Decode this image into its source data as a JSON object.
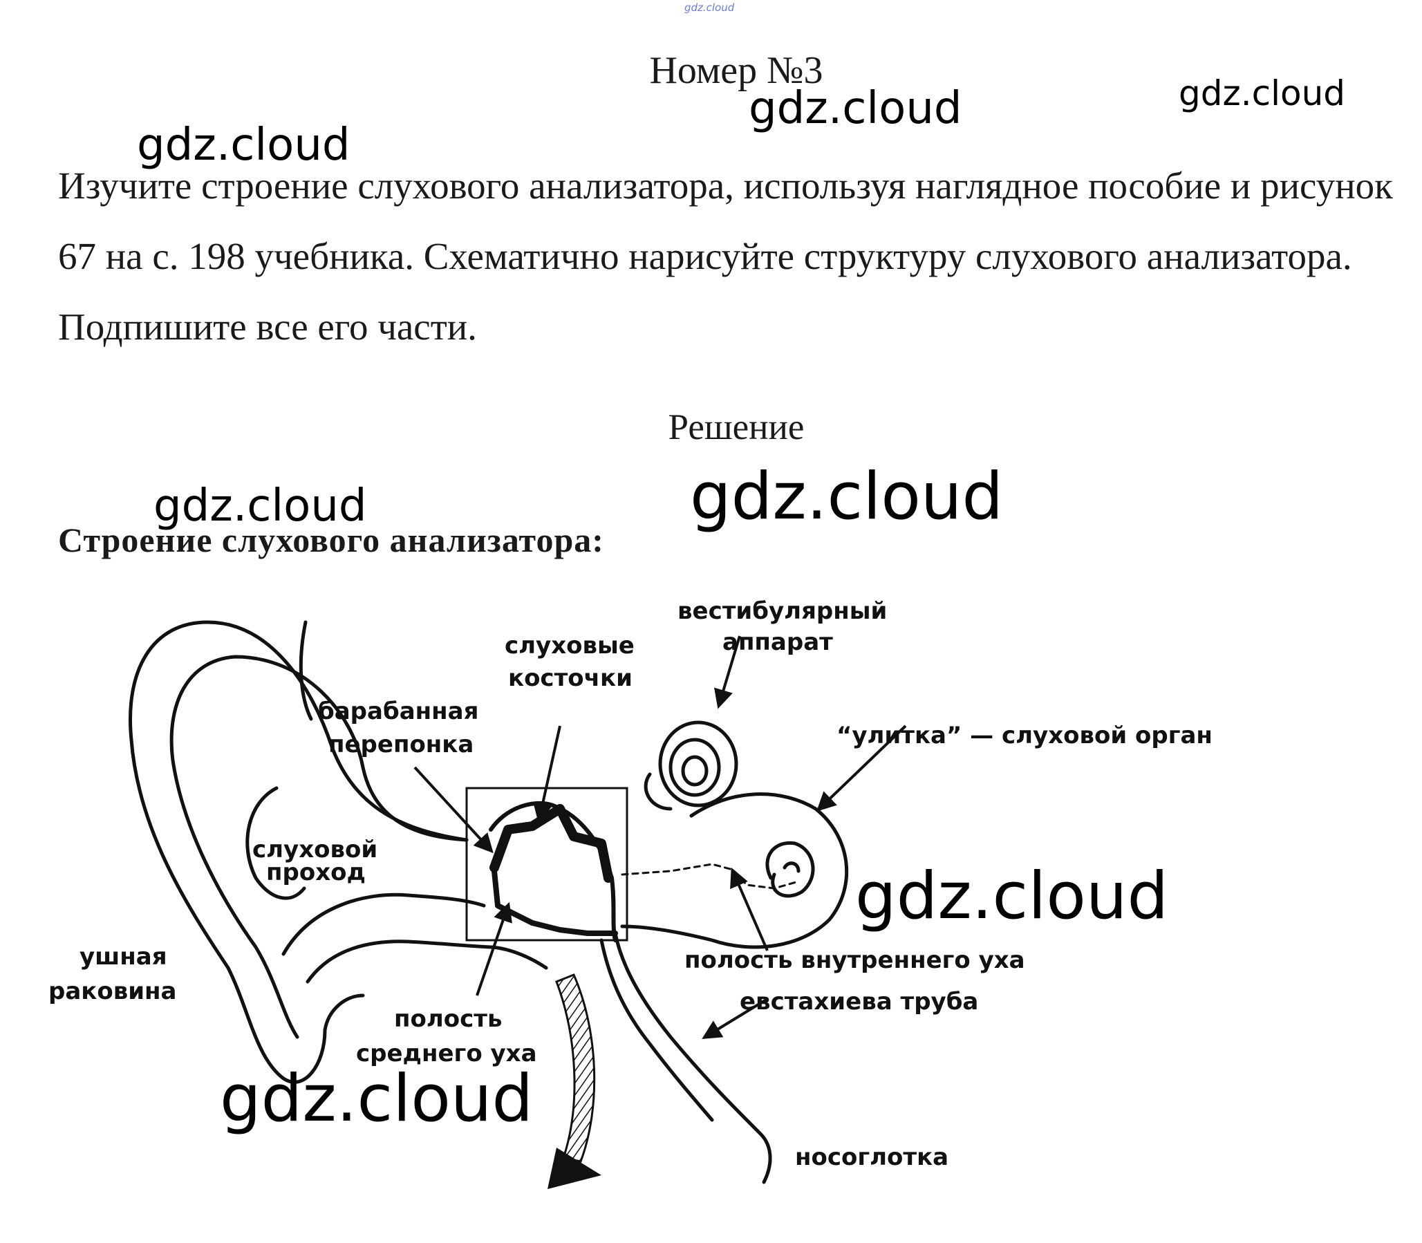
{
  "tiny_watermark": "gdz.cloud",
  "title": "Номер №3",
  "task_text": "Изучите строение слухового анализатора, используя наглядное пособие и рисунок 67 на с. 198 учебника. Схематично нарисуйте структуру слухового анализатора. Подпишите все его части.",
  "solution_heading": "Решение",
  "subtitle": "Строение слухового анализатора:",
  "watermark_text": "gdz.cloud",
  "diagram_labels": {
    "ossicles_1": "слуховые",
    "ossicles_2": "косточки",
    "vestibular_1": "вестибулярный",
    "vestibular_2": "аппарат",
    "eardrum_1": "барабанная",
    "eardrum_2": "перепонка",
    "cochlea": "“улитка” — слуховой орган",
    "ear_canal_1": "слуховой",
    "ear_canal_2": "проход",
    "auricle_1": "ушная",
    "auricle_2": "раковина",
    "inner_ear_cavity": "полость внутреннего уха",
    "eustachian_tube": "евстахиева труба",
    "middle_ear_1": "полость",
    "middle_ear_2": "среднего уха",
    "nasopharynx": "носоглотка"
  }
}
